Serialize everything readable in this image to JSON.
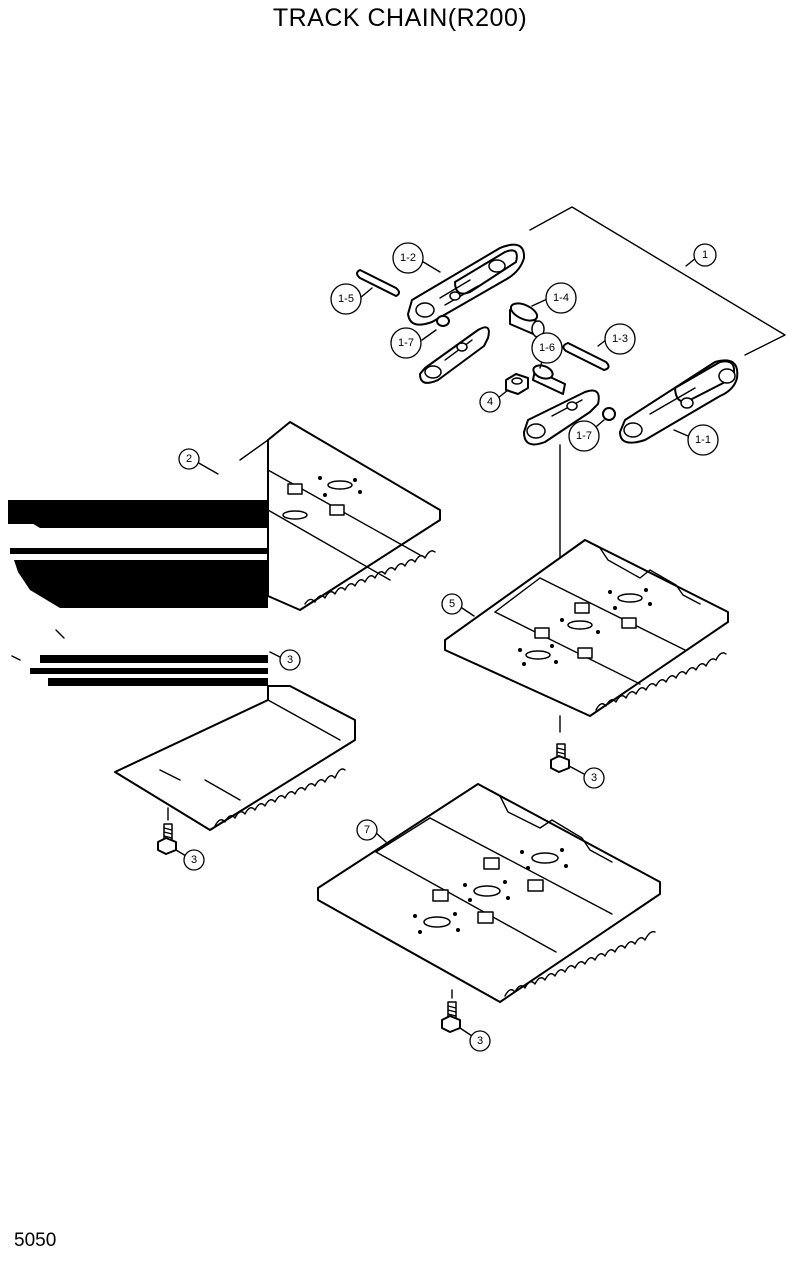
{
  "title": "TRACK CHAIN(R200)",
  "page_number": "5050",
  "callouts": {
    "c1": "1",
    "c1_1": "1-1",
    "c1_2": "1-2",
    "c1_3": "1-3",
    "c1_4": "1-4",
    "c1_5": "1-5",
    "c1_6": "1-6",
    "c1_7a": "1-7",
    "c1_7b": "1-7",
    "c2": "2",
    "c3a": "3",
    "c3b": "3",
    "c3c": "3",
    "c3d": "3",
    "c4": "4",
    "c5": "5",
    "c7": "7"
  }
}
